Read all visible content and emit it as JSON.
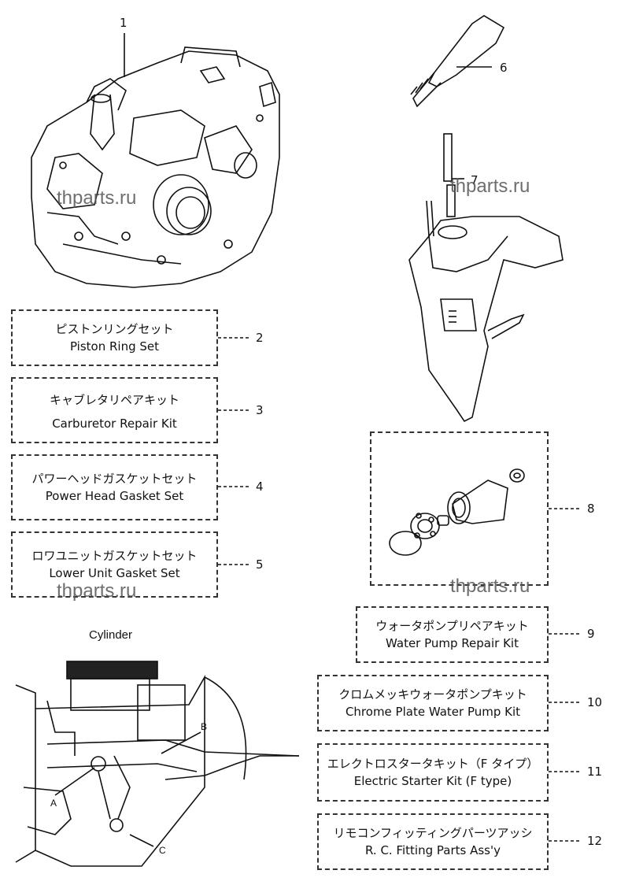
{
  "parts": [
    {
      "ref": "1"
    },
    {
      "ref": "2",
      "jp": "ピストンリングセット",
      "en": "Piston Ring Set"
    },
    {
      "ref": "3",
      "jp": "キャブレタリペアキット",
      "en": "Carburetor Repair Kit"
    },
    {
      "ref": "4",
      "jp": "パワーヘッドガスケットセット",
      "en": "Power Head Gasket Set"
    },
    {
      "ref": "5",
      "jp": "ロワユニットガスケットセット",
      "en": "Lower Unit Gasket Set"
    },
    {
      "ref": "6"
    },
    {
      "ref": "7"
    },
    {
      "ref": "8"
    },
    {
      "ref": "9",
      "jp": "ウォータポンプリペアキット",
      "en": "Water Pump Repair Kit"
    },
    {
      "ref": "10",
      "jp": "クロムメッキウォータポンプキット",
      "en": "Chrome Plate Water  Pump Kit"
    },
    {
      "ref": "11",
      "jp": "エレクトロスタータキット（F タイプ）",
      "en": "Electric Starter Kit (F type)"
    },
    {
      "ref": "12",
      "jp": "リモコンフィッティングパーツアッシ",
      "en": "R. C. Fitting Parts Ass'y"
    }
  ],
  "cylinder_section": {
    "title": "Cylinder",
    "callouts": [
      "A",
      "B",
      "C"
    ]
  },
  "watermark": "thparts.ru"
}
